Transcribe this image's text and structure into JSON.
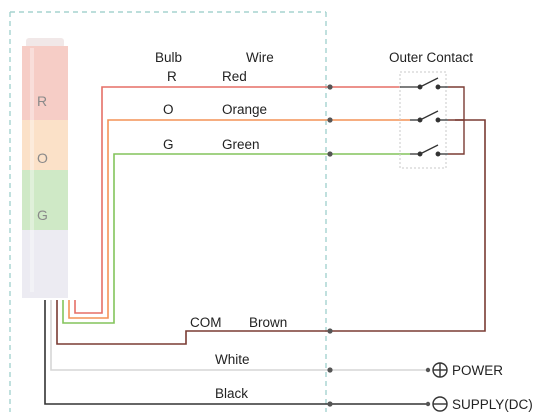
{
  "headers": {
    "bulb": "Bulb",
    "wire": "Wire",
    "outer_contact": "Outer Contact"
  },
  "tower": {
    "segments": [
      {
        "label": "R",
        "color": "#f6cdc6"
      },
      {
        "label": "O",
        "color": "#fbe1c8"
      },
      {
        "label": "G",
        "color": "#cfe9c6"
      }
    ],
    "base_color": "#ecebf2"
  },
  "channels": [
    {
      "bulb": "R",
      "wire": "Red",
      "color": "#e56f67"
    },
    {
      "bulb": "O",
      "wire": "Orange",
      "color": "#f39257"
    },
    {
      "bulb": "G",
      "wire": "Green",
      "color": "#84c45b"
    }
  ],
  "com": {
    "bulb": "COM",
    "wire": "Brown",
    "color": "#7a3b33"
  },
  "white_wire": {
    "label": "White",
    "color": "#d6d6d6"
  },
  "black_wire": {
    "label": "Black",
    "color": "#333333"
  },
  "terminals": {
    "power": "POWER",
    "supply": "SUPPLY(DC)"
  },
  "colors": {
    "dashed_border": "#a6d3cf",
    "switch_box": "#c9c9c9",
    "junction_dot": "#555555"
  }
}
